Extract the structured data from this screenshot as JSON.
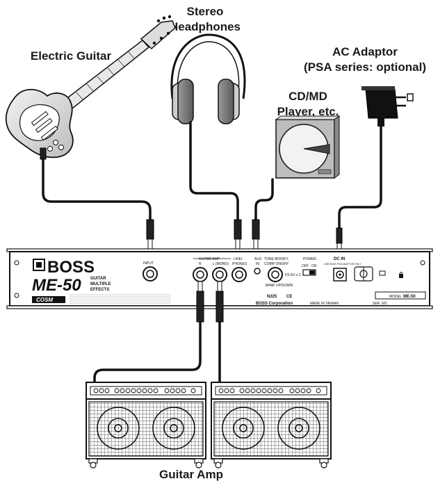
{
  "labels": {
    "guitar": "Electric Guitar",
    "headphones_line1": "Stereo",
    "headphones_line2": "Headphones",
    "adaptor_line1": "AC Adaptor",
    "adaptor_line2": "(PSA series: optional)",
    "player_line1": "CD/MD",
    "player_line2": "Player, etc.",
    "amp": "Guitar Amp"
  },
  "unit": {
    "brand": "BOSS",
    "model": "ME-50",
    "subtitle_1": "GUITAR",
    "subtitle_2": "MULTIPLE",
    "subtitle_3": "EFFECTS",
    "cosm": "COSM",
    "jack_input": "INPUT",
    "jack_guitar_amp": "GUITAR AMP",
    "jack_r": "R",
    "jack_l_mono": "L (MONO)",
    "jack_line_phones_1": "LINE/",
    "jack_line_phones_2": "PHONES",
    "jack_aux_1": "AUX",
    "jack_aux_2": "IN",
    "jack_tone_1": "TONE MODIFY,",
    "jack_tone_2": "COMP ON/OFF",
    "bank": "BANK UP/DOWN",
    "fs_note": "FS-5U x 2",
    "power": "POWER",
    "off": "OFF",
    "on": "ON",
    "dc_in": "DC IN",
    "dc_note": "USE BOSS PSA ADAPTOR ONLY",
    "n225": "N225",
    "ce": "CE",
    "corporation": "BOSS Corporation",
    "made_in": "MADE IN TAIWAN",
    "serial": "SER. NO.",
    "model_plate_label": "MODEL",
    "model_plate_value": "ME-50"
  }
}
